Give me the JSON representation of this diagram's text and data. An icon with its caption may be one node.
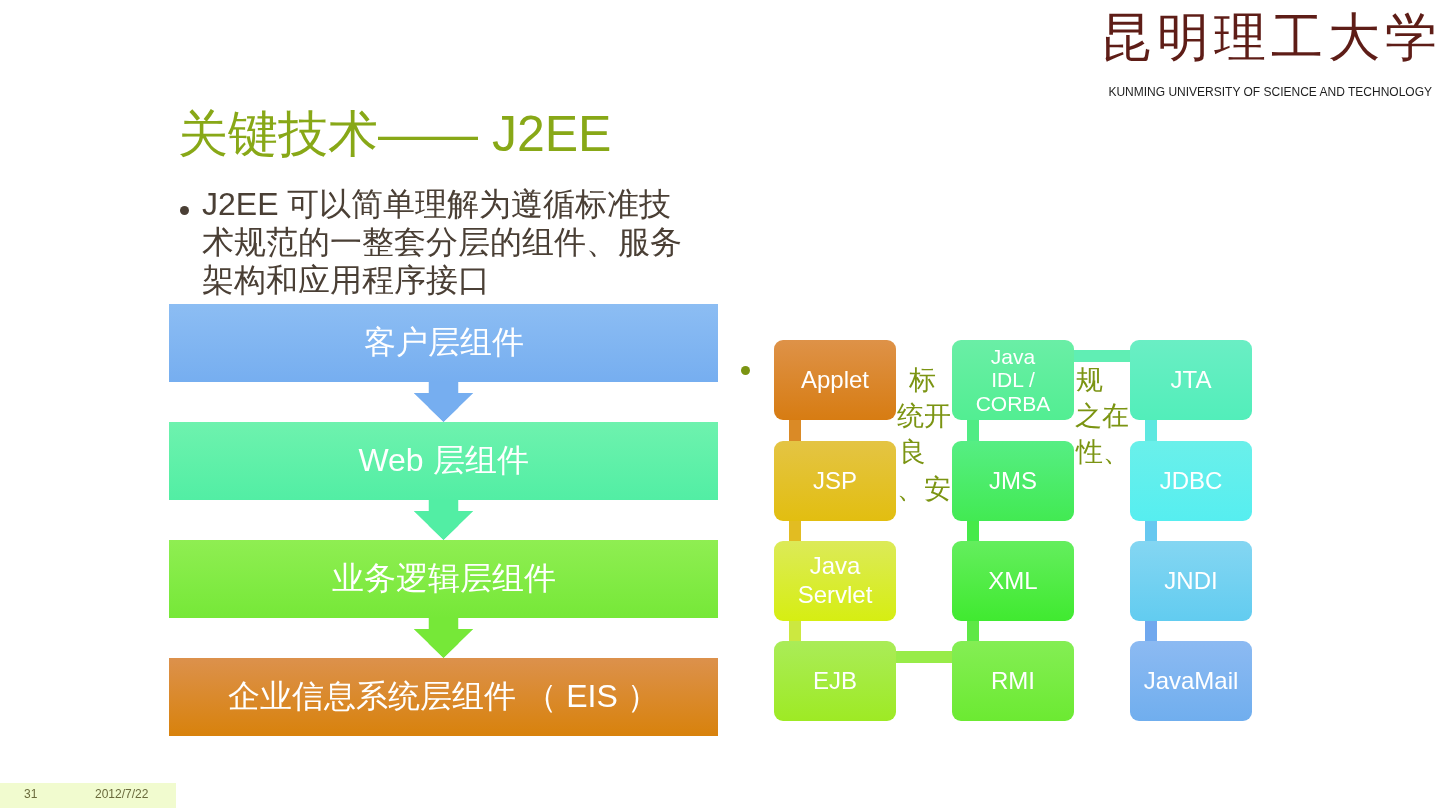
{
  "diagram": {
    "title": "关键技术—— J2EE",
    "nodes": [
      {
        "text": [
          "客户层组件"
        ]
      },
      {
        "text": [
          "Web 层组件"
        ]
      },
      {
        "text": [
          "业务逻辑层组件"
        ]
      },
      {
        "text": [
          "企业信息系统层组件 （ EIS ）"
        ]
      },
      {
        "text": [
          "Applet"
        ]
      },
      {
        "text": [
          "JSP"
        ]
      },
      {
        "text": [
          "Java Servlet"
        ]
      },
      {
        "text": [
          "EJB"
        ]
      },
      {
        "text": [
          "RMI"
        ]
      },
      {
        "text": [
          "XML"
        ]
      },
      {
        "text": [
          "JMS"
        ]
      },
      {
        "text": [
          "Java IDL / CORBA"
        ]
      },
      {
        "text": [
          "JTA"
        ]
      },
      {
        "text": [
          "JDBC"
        ]
      },
      {
        "text": [
          "JNDI"
        ]
      },
      {
        "text": [
          "JavaMail"
        ]
      }
    ],
    "edges": [
      {
        "from": 0,
        "to": 1,
        "arrow": "to",
        "style": "thick",
        "color": "#76aef0"
      },
      {
        "from": 1,
        "to": 2,
        "arrow": "to",
        "style": "thick",
        "color": "#52eea4"
      },
      {
        "from": 2,
        "to": 3,
        "arrow": "to",
        "style": "thick",
        "color": "#76e838"
      },
      {
        "from": 4,
        "to": 5,
        "arrow": "none",
        "color": "#da8a26"
      },
      {
        "from": 5,
        "to": 6,
        "arrow": "none",
        "color": "#e2bc22"
      },
      {
        "from": 6,
        "to": 7,
        "arrow": "none",
        "color": "#cce840"
      },
      {
        "from": 7,
        "to": 8,
        "arrow": "none",
        "color": "#98ec48"
      },
      {
        "from": 8,
        "to": 9,
        "arrow": "none",
        "color": "#5ee846"
      },
      {
        "from": 9,
        "to": 10,
        "arrow": "none",
        "color": "#46ea4a"
      },
      {
        "from": 10,
        "to": 11,
        "arrow": "none",
        "color": "#50ec84"
      },
      {
        "from": 11,
        "to": 12,
        "arrow": "none",
        "color": "#60eeb4"
      },
      {
        "from": 12,
        "to": 13,
        "arrow": "none",
        "color": "#5ee8e0"
      },
      {
        "from": 13,
        "to": 14,
        "arrow": "none",
        "color": "#66c8f0"
      },
      {
        "from": 14,
        "to": 15,
        "arrow": "none",
        "color": "#70a8ee"
      }
    ],
    "labels": [
      "昆明理工大学",
      "KUNMING UNIVERSITY OF SCIENCE AND TECHNOLOGY",
      "J2EE 可以简单理解为遵循标准技术规范的一整套分层的组件、服务架构和应用程序接口",
      "标",
      "规",
      "统开",
      "之在",
      "良",
      "性、",
      "、安",
      "31",
      "2012/7/22"
    ]
  }
}
